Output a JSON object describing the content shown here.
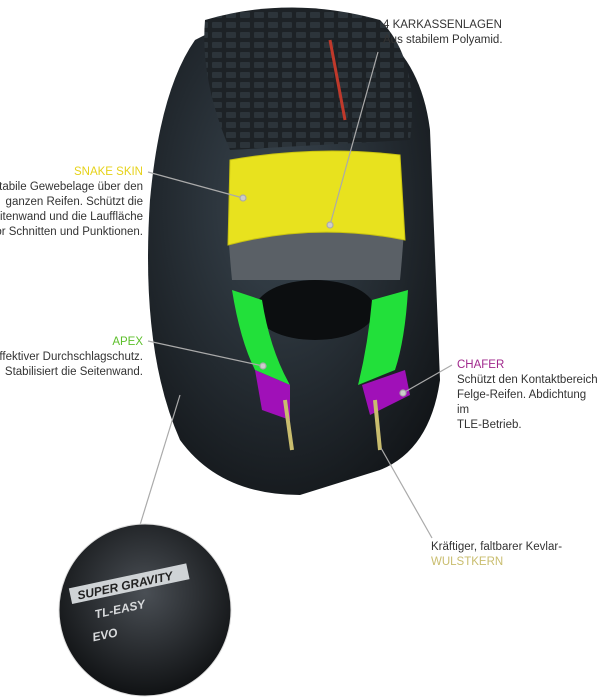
{
  "labels": {
    "karkassen": {
      "title": "4 KARKASSENLAGEN",
      "text": "Aus stabilem Polyamid.",
      "color": "#333333"
    },
    "snake_skin": {
      "title": "SNAKE SKIN",
      "lines": [
        "Stabile Gewebelage über den",
        "ganzen Reifen. Schützt die",
        "Seitenwand und die Lauffläche",
        "vor Schnitten und Punktionen."
      ],
      "color": "#e6d21a"
    },
    "apex": {
      "title": "APEX",
      "lines": [
        "Effektiver Durchschlagschutz.",
        "Stabilisiert die Seitenwand."
      ],
      "color": "#5cbf2a"
    },
    "chafer": {
      "title": "CHAFER",
      "lines": [
        "Schützt den Kontaktbereich",
        "Felge-Reifen. Abdichtung im",
        "TLE-Betrieb."
      ],
      "color": "#a0288c"
    },
    "wulstkern": {
      "text": "Kräftiger, faltbarer Kevlar-",
      "title": "WULSTKERN",
      "color": "#c9bd6e"
    }
  },
  "inset": {
    "lines": [
      "SUPER GRAVITY",
      "TL-EASY",
      "EVO"
    ]
  }
}
